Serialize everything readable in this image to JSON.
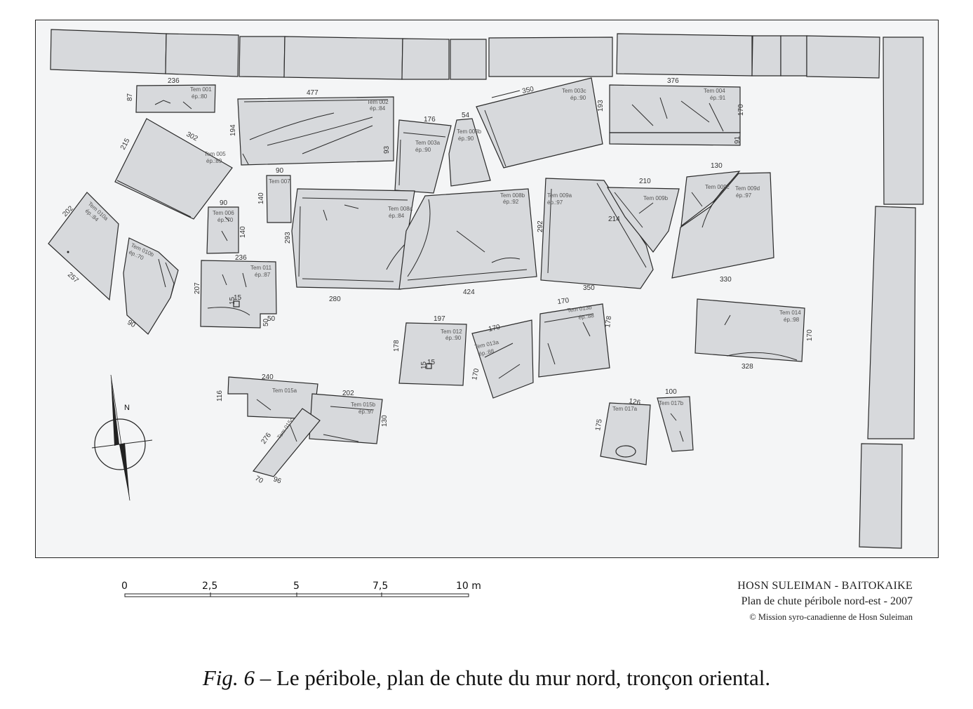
{
  "north_label": "N",
  "scale": {
    "ticks": [
      "0",
      "2,5",
      "5",
      "7,5",
      "10 m"
    ]
  },
  "credit": {
    "site": "HOSN SULEIMAN - BAITOKAIKE",
    "plan": "Plan de chute péribole nord-est - 2007",
    "copyright": "© Mission syro-canadienne de Hosn Suleiman"
  },
  "caption": {
    "fig": "Fig",
    "num": "6",
    "text": "– Le péribole, plan de chute du mur nord, tronçon oriental."
  },
  "blocks": [
    {
      "id": "Tem 001",
      "ep": "ép.:80"
    },
    {
      "id": "Tem 002",
      "ep": "ép.:84"
    },
    {
      "id": "Tem 003a",
      "ep": "ép.:90"
    },
    {
      "id": "Tem 003b",
      "ep": "ép.:90"
    },
    {
      "id": "Tem 003c",
      "ep": "ép.:90"
    },
    {
      "id": "Tem 004",
      "ep": "ép.:91"
    },
    {
      "id": "Tem 005",
      "ep": "ép.:89"
    },
    {
      "id": "Tem 006",
      "ep": "ép.:70"
    },
    {
      "id": "Tem 007",
      "ep": ""
    },
    {
      "id": "Tem 008a",
      "ep": "ép.:84"
    },
    {
      "id": "Tem 008b",
      "ep": "ép.:92"
    },
    {
      "id": "Tem 009a",
      "ep": "ép.:97"
    },
    {
      "id": "Tem 009b",
      "ep": ""
    },
    {
      "id": "Tem 009c",
      "ep": ""
    },
    {
      "id": "Tem 009d",
      "ep": "ép.:97"
    },
    {
      "id": "Tem 010a",
      "ep": "ép.:84"
    },
    {
      "id": "Tem 010b",
      "ep": "ép.:70"
    },
    {
      "id": "Tem 011",
      "ep": "ép.:87"
    },
    {
      "id": "Tem 012",
      "ep": "ép.:90"
    },
    {
      "id": "Tem 013a",
      "ep": "ép.:88"
    },
    {
      "id": "Tem 013b",
      "ep": "ép.:88"
    },
    {
      "id": "Tem 014",
      "ep": "ép.:98"
    },
    {
      "id": "Tem 015a",
      "ep": ""
    },
    {
      "id": "Tem 015b",
      "ep": "ép.:97"
    },
    {
      "id": "Tem 015c",
      "ep": ""
    },
    {
      "id": "Tem 017a",
      "ep": ""
    },
    {
      "id": "Tem 017b",
      "ep": ""
    }
  ],
  "dimensions": [
    "236",
    "87",
    "477",
    "194",
    "93",
    "176",
    "54",
    "350",
    "193",
    "376",
    "170",
    "91",
    "215",
    "302",
    "90",
    "140",
    "293",
    "210",
    "130",
    "202",
    "90",
    "140",
    "292",
    "214",
    "257",
    "236",
    "207",
    "15",
    "15",
    "50",
    "50",
    "90",
    "280",
    "424",
    "350",
    "330",
    "197",
    "178",
    "15",
    "15",
    "170",
    "170",
    "170",
    "178",
    "170",
    "328",
    "240",
    "116",
    "202",
    "130",
    "276",
    "70",
    "96",
    "126",
    "175",
    "100"
  ]
}
